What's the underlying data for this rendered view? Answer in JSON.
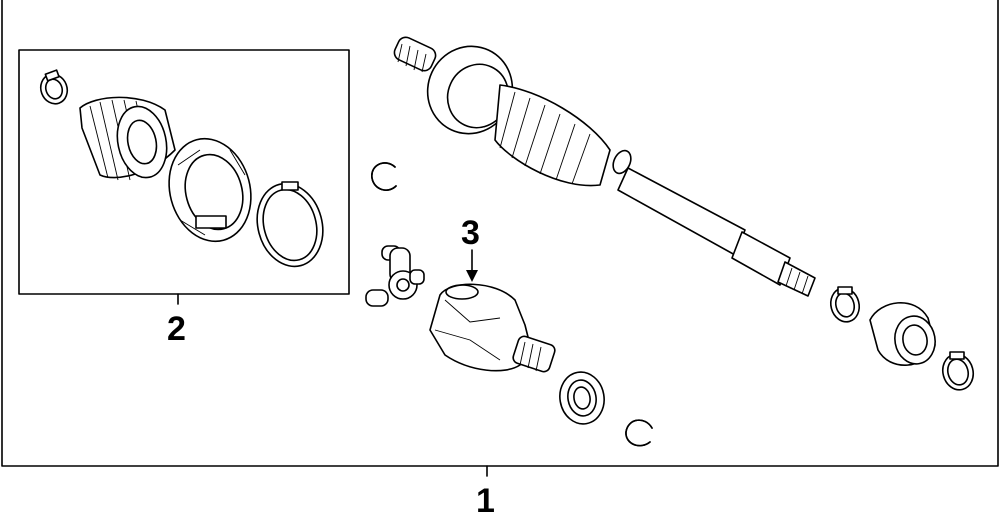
{
  "callouts": {
    "assembly": "1",
    "boot_kit": "2",
    "inner_joint": "3"
  },
  "icons": {
    "outer_frame": "assembly-bracket-outline",
    "boot_kit_box": "boot-kit-outline-box",
    "clamps": "band-clamp-icon",
    "snap_rings": "snap-ring-icon",
    "boot": "cv-boot-icon",
    "tripod": "tripod-joint-icon",
    "housing": "inner-joint-housing-icon",
    "seal": "oil-seal-icon",
    "shaft": "axle-shaft-icon",
    "damper": "dynamic-damper-icon"
  },
  "colors": {
    "line": "#000000",
    "background": "#ffffff"
  }
}
